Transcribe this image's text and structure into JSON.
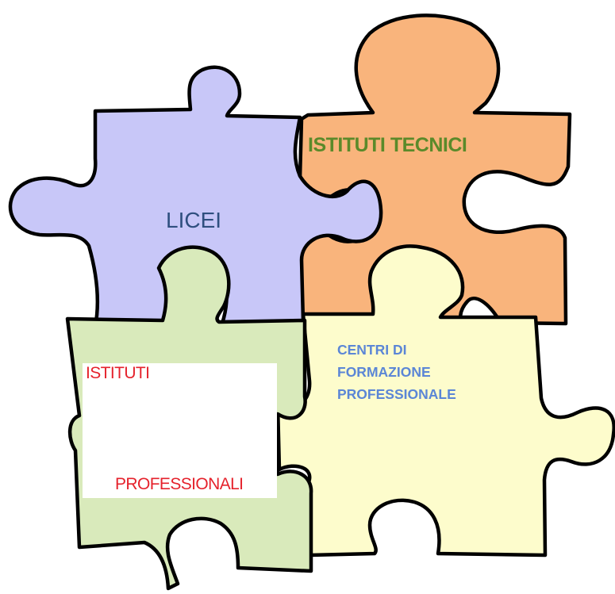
{
  "pieces": [
    {
      "id": "istituti-tecnici",
      "label": "ISTITUTI TECNICI",
      "fill": "#f9b47c",
      "text_color": "#5b8a2a"
    },
    {
      "id": "licei",
      "label": "LICEI",
      "fill": "#c8c7f8",
      "text_color": "#2f4f7f"
    },
    {
      "id": "centri-formazione",
      "label_lines": [
        "CENTRI DI",
        "FORMAZIONE",
        "PROFESSIONALE"
      ],
      "fill": "#fdfccc",
      "text_color": "#5b86d6"
    },
    {
      "id": "istituti-professionali",
      "label_top": "ISTITUTI",
      "label_bottom": "PROFESSIONALI",
      "fill": "#d9eabb",
      "text_color": "#e5222c"
    }
  ],
  "label_box_color": "#ffffff",
  "outline_color": "#000000"
}
